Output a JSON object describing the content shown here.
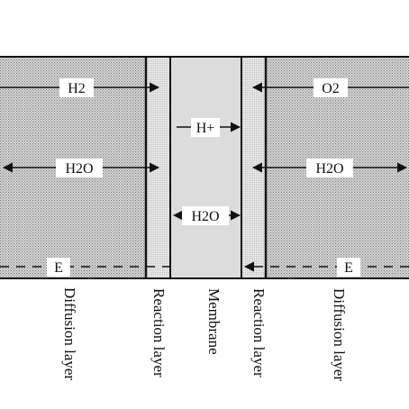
{
  "diagram": {
    "left_top_species": "H2",
    "left_mid_species": "H2O",
    "left_bottom_label": "E",
    "membrane_top_species": "H+",
    "membrane_bottom_species": "H2O",
    "right_top_species": "O2",
    "right_mid_species": "H2O",
    "right_bottom_label": "E"
  },
  "layer_labels": {
    "diffusion_left": "Diffusion layer",
    "reaction_left": "Reaction layer",
    "membrane": "Membrane",
    "reaction_right": "Reaction layer",
    "diffusion_right": "Diffusion layer"
  },
  "colors": {
    "diffusion_fill": "#cfcfcf",
    "reaction_fill": "#e6e6e6",
    "membrane_fill": "#dedede",
    "line": "#111111"
  }
}
